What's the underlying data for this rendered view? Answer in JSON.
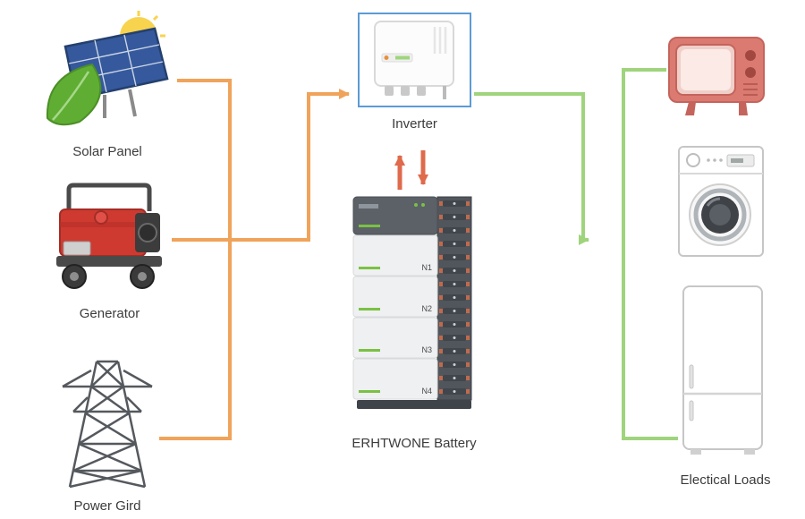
{
  "sources": [
    {
      "id": "solar",
      "label": "Solar Panel",
      "icon": "solar-panel-icon"
    },
    {
      "id": "generator",
      "label": "Generator",
      "icon": "generator-icon"
    },
    {
      "id": "grid",
      "label": "Power Gird",
      "icon": "power-grid-tower-icon"
    }
  ],
  "inverter": {
    "label": "Inverter",
    "icon": "inverter-icon"
  },
  "battery": {
    "label": "ERHTWONE Battery",
    "modules": [
      "N1",
      "N2",
      "N3",
      "N4"
    ],
    "icon": "battery-stack-icon"
  },
  "loads": {
    "label": "Electical Loads",
    "items": [
      {
        "icon": "tv-icon"
      },
      {
        "icon": "washing-machine-icon"
      },
      {
        "icon": "refrigerator-icon"
      }
    ]
  },
  "colors": {
    "source_arrow": "#f0a35a",
    "load_arrow": "#9fd47d",
    "exchange_arrow": "#df6a4c",
    "inverter_border": "#5b9bd5",
    "battery_led": "#7ac143"
  }
}
